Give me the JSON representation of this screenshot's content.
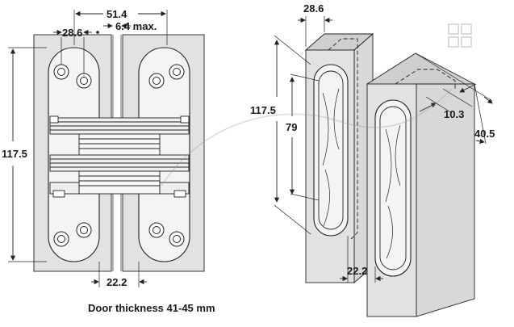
{
  "front_view": {
    "dims": {
      "overall_width": "51.4",
      "hole_offset": "28.6",
      "gap_max": "6.4 max.",
      "height": "117.5",
      "body_width": "22.2"
    },
    "caption": "Door thickness 41-45 mm"
  },
  "iso_view": {
    "dims": {
      "top_width": "28.6",
      "height": "117.5",
      "inner_height": "79",
      "depth_a": "10.3",
      "depth_b": "40.5",
      "body_width": "22.2"
    }
  },
  "colors": {
    "line": "#222222",
    "panel": "#e2e2e2",
    "panel_shade": "#cfcfcf",
    "metal": "#f4f4f4"
  }
}
